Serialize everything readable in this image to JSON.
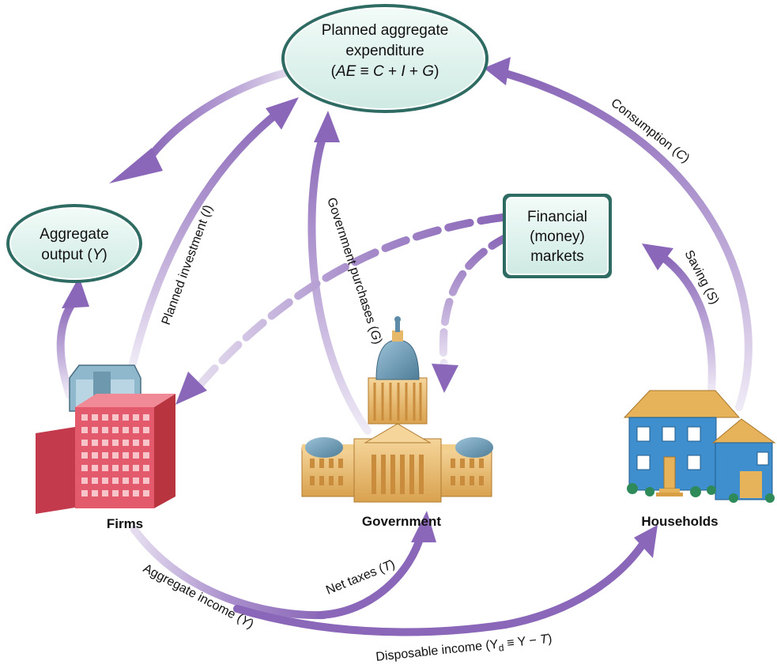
{
  "colors": {
    "arrow": "#8a67b8",
    "arrow_light": "#e6dff0",
    "node_fill": "#d7efe8",
    "node_stroke": "#2e6b63",
    "firm_red": "#e25a6b",
    "gov_gold": "#e8b86a",
    "house_blue": "#3f8fcf",
    "house_roof": "#e6b35a"
  },
  "nodes": {
    "ae": {
      "line1": "Planned aggregate",
      "line2": "expenditure",
      "line3_pre": "(",
      "line3_ae": "AE",
      "line3_eq": " ≡ ",
      "line3_c": "C",
      "line3_plus1": " + ",
      "line3_i": "I",
      "line3_plus2": " + ",
      "line3_g": "G",
      "line3_post": ")"
    },
    "output": {
      "line1": "Aggregate",
      "line2_pre": "output (",
      "line2_y": "Y",
      "line2_post": ")"
    },
    "financial": {
      "line1": "Financial",
      "line2": "(money)",
      "line3": "markets"
    }
  },
  "entities": {
    "firms": "Firms",
    "government": "Government",
    "households": "Households"
  },
  "flows": {
    "consumption": {
      "text": "Consumption (",
      "var": "C",
      "close": ")"
    },
    "saving": {
      "text": "Saving (",
      "var": "S",
      "close": ")"
    },
    "planned_investment": {
      "text": "Planned investment (",
      "var": "I",
      "close": ")"
    },
    "government_purchases": {
      "text": "Government  purchases (",
      "var": "G",
      "close": ")"
    },
    "net_taxes": {
      "text": "Net taxes (",
      "var": "T",
      "close": ")"
    },
    "aggregate_income": {
      "text": "Aggregate income (",
      "var": "Y",
      "close": ")"
    },
    "disposable_income": {
      "text": "Disposable income (Y",
      "sub": "d",
      "rest": " ≡ Y − ",
      "var": "T",
      "close": ")"
    }
  }
}
